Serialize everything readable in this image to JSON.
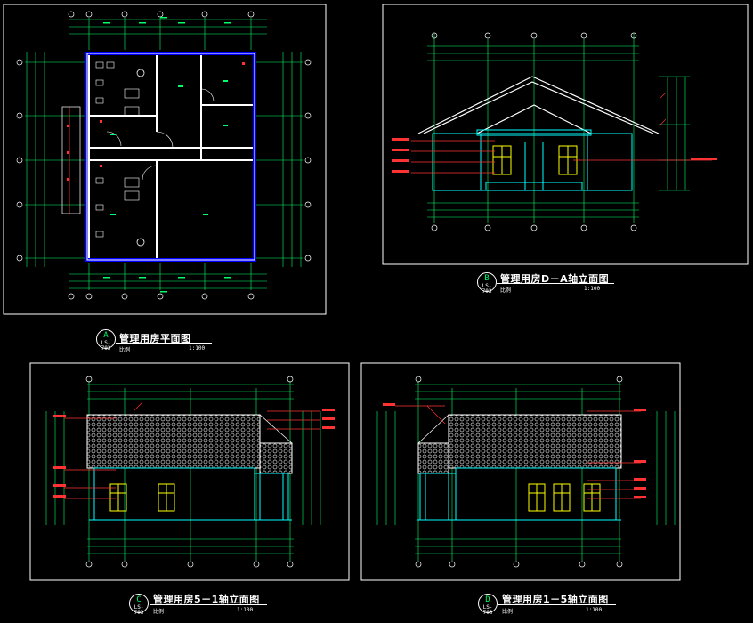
{
  "panels": [
    {
      "id": "A",
      "badge_letter": "A",
      "badge_code": "LS-703",
      "title": "管理用房平面图",
      "scale_left": "比例",
      "scale_right": "1:100"
    },
    {
      "id": "B",
      "badge_letter": "B",
      "badge_code": "LS-703",
      "title": "管理用房D－A轴立面图",
      "scale_left": "比例",
      "scale_right": "1:100"
    },
    {
      "id": "C",
      "badge_letter": "C",
      "badge_code": "LS-703",
      "title": "管理用房5－1轴立面图",
      "scale_left": "比例",
      "scale_right": "1:100"
    },
    {
      "id": "D",
      "badge_letter": "D",
      "badge_code": "LS-703",
      "title": "管理用房1－5轴立面图",
      "scale_left": "比例",
      "scale_right": "1:100"
    }
  ],
  "colors": {
    "background": "#000000",
    "frame": "#ffffff",
    "dimension": "#00ff66",
    "wall": "#00ffff",
    "annotation": "#ff3333",
    "window": "#ffff00",
    "axis_bubble": "#ffffff",
    "wall_hatch": "#0000ff"
  },
  "icons": [
    "axis-bubble-icon",
    "toilet-icon",
    "wheelchair-icon",
    "sink-icon",
    "window-icon",
    "door-swing-icon"
  ]
}
